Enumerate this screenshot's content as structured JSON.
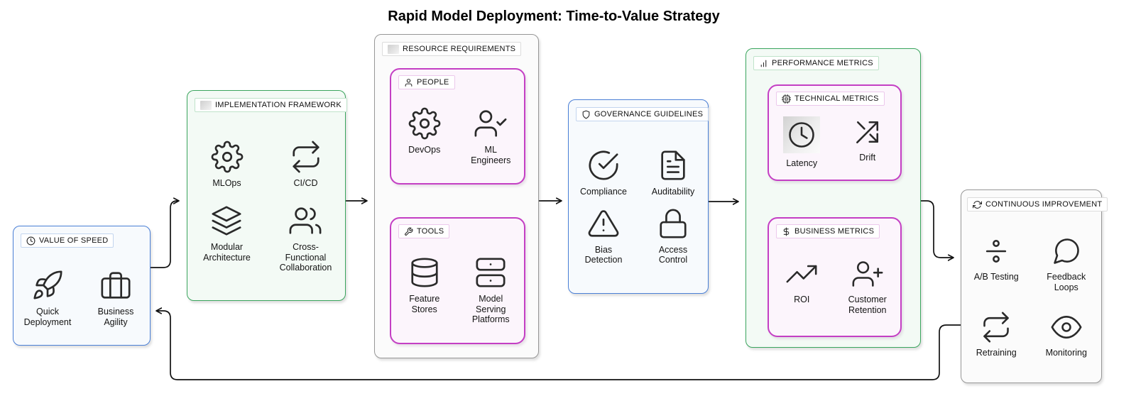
{
  "title": "Rapid Model Deployment: Time-to-Value Strategy",
  "colors": {
    "blue_border": "#4a7fd6",
    "green_border": "#3aa55d",
    "magenta_border": "#c43fc4",
    "gray_border": "#979797",
    "arrow": "#111111"
  },
  "groups": {
    "value_of_speed": {
      "label": "VALUE OF SPEED",
      "badge_icon": "clock-icon",
      "items": [
        {
          "label": "Quick\nDeployment",
          "icon": "rocket-icon"
        },
        {
          "label": "Business\nAgility",
          "icon": "briefcase-icon"
        }
      ]
    },
    "implementation_framework": {
      "label": "IMPLEMENTATION FRAMEWORK",
      "badge_icon": "placeholder-icon",
      "items": [
        {
          "label": "MLOps",
          "icon": "gear-icon"
        },
        {
          "label": "CI/CD",
          "icon": "repeat-arrows-icon"
        },
        {
          "label": "Modular\nArchitecture",
          "icon": "layers-icon"
        },
        {
          "label": "Cross-\nFunctional\nCollaboration",
          "icon": "users-icon"
        }
      ]
    },
    "resource_requirements": {
      "label": "RESOURCE REQUIREMENTS",
      "badge_icon": "placeholder-icon",
      "subgroups": {
        "people": {
          "label": "PEOPLE",
          "badge_icon": "person-icon",
          "items": [
            {
              "label": "DevOps",
              "icon": "gear-icon"
            },
            {
              "label": "ML\nEngineers",
              "icon": "user-check-icon"
            }
          ]
        },
        "tools": {
          "label": "TOOLS",
          "badge_icon": "wrench-icon",
          "items": [
            {
              "label": "Feature\nStores",
              "icon": "database-icon"
            },
            {
              "label": "Model\nServing\nPlatforms",
              "icon": "server-icon"
            }
          ]
        }
      }
    },
    "governance_guidelines": {
      "label": "GOVERNANCE GUIDELINES",
      "badge_icon": "shield-icon",
      "items": [
        {
          "label": "Compliance",
          "icon": "check-circle-icon"
        },
        {
          "label": "Auditability",
          "icon": "document-icon"
        },
        {
          "label": "Bias\nDetection",
          "icon": "warning-triangle-icon"
        },
        {
          "label": "Access\nControl",
          "icon": "lock-icon"
        }
      ]
    },
    "performance_metrics": {
      "label": "PERFORMANCE METRICS",
      "badge_icon": "bar-chart-icon",
      "subgroups": {
        "technical_metrics": {
          "label": "TECHNICAL METRICS",
          "badge_icon": "cpu-icon",
          "items": [
            {
              "label": "Latency",
              "icon": "clock-icon"
            },
            {
              "label": "Drift",
              "icon": "diverging-arrows-icon"
            }
          ]
        },
        "business_metrics": {
          "label": "BUSINESS METRICS",
          "badge_icon": "dollar-icon",
          "items": [
            {
              "label": "ROI",
              "icon": "trending-up-icon"
            },
            {
              "label": "Customer\nRetention",
              "icon": "user-plus-icon"
            }
          ]
        }
      }
    },
    "continuous_improvement": {
      "label": "CONTINUOUS IMPROVEMENT",
      "badge_icon": "refresh-icon",
      "items": [
        {
          "label": "A/B Testing",
          "icon": "divide-icon"
        },
        {
          "label": "Feedback\nLoops",
          "icon": "speech-bubble-icon"
        },
        {
          "label": "Retraining",
          "icon": "repeat-arrows-icon"
        },
        {
          "label": "Monitoring",
          "icon": "eye-icon"
        }
      ]
    }
  },
  "connections": [
    {
      "from": "value_of_speed",
      "to": "implementation_framework"
    },
    {
      "from": "implementation_framework",
      "to": "resource_requirements"
    },
    {
      "from": "resource_requirements",
      "to": "governance_guidelines"
    },
    {
      "from": "governance_guidelines",
      "to": "performance_metrics"
    },
    {
      "from": "performance_metrics",
      "to": "continuous_improvement"
    },
    {
      "from": "continuous_improvement",
      "to": "value_of_speed"
    }
  ]
}
